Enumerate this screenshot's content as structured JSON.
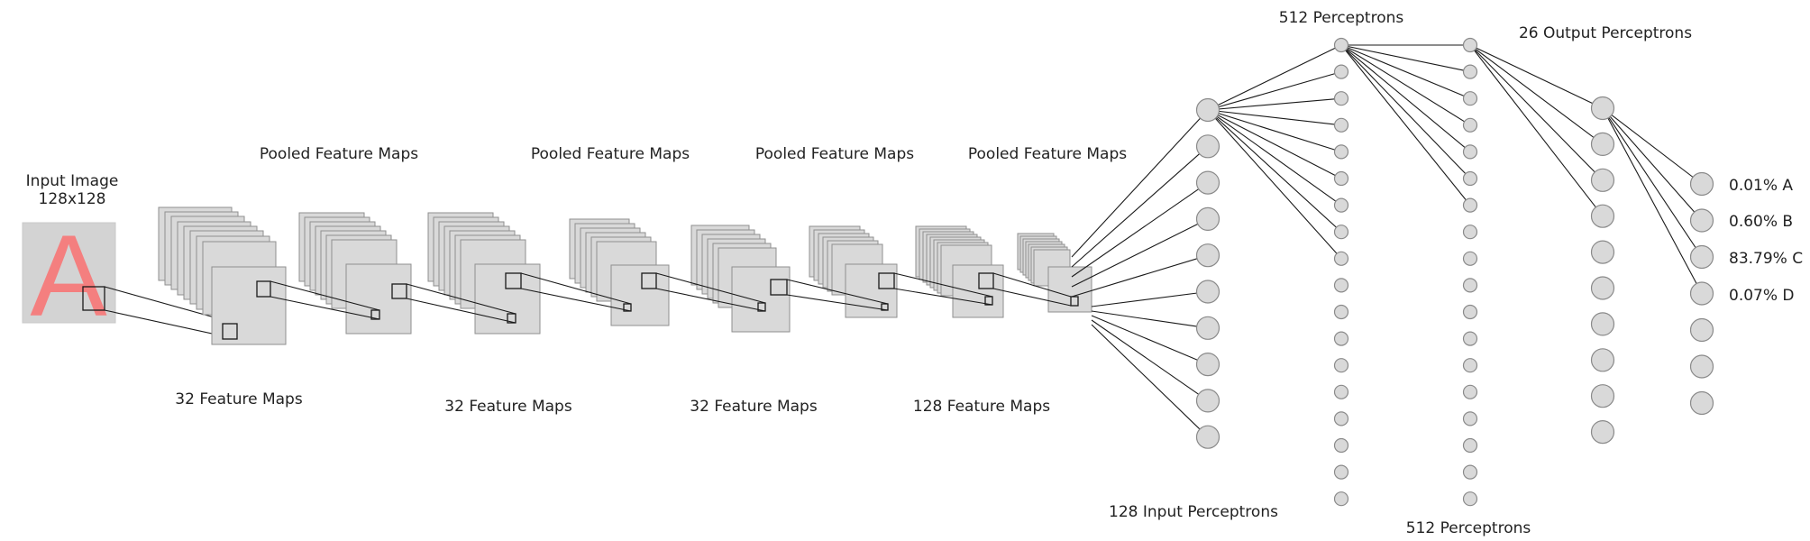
{
  "input": {
    "title_line1": "Input Image",
    "title_line2": "128x128",
    "glyph": "A",
    "glyph_color": "#f47f7f"
  },
  "stages": [
    {
      "top_label": "Pooled Feature Maps",
      "bottom_label": "32 Feature Maps"
    },
    {
      "top_label": "Pooled Feature Maps",
      "bottom_label": "32 Feature Maps"
    },
    {
      "top_label": "Pooled Feature Maps",
      "bottom_label": "32 Feature Maps"
    },
    {
      "top_label": "Pooled Feature Maps",
      "bottom_label": "128 Feature Maps"
    }
  ],
  "dense": {
    "input_label": "128 Input Perceptrons",
    "hidden1_label": "512 Perceptrons",
    "hidden2_label": "512 Perceptrons",
    "output_label": "26 Output Perceptrons"
  },
  "predictions": [
    {
      "text": "0.01% A"
    },
    {
      "text": "0.60% B"
    },
    {
      "text": "83.79% C"
    },
    {
      "text": "0.07% D"
    }
  ],
  "colors": {
    "feature_map_fill": "#d9d9d9",
    "node_fill": "#d9d9d9",
    "line": "#1a1a1a"
  }
}
